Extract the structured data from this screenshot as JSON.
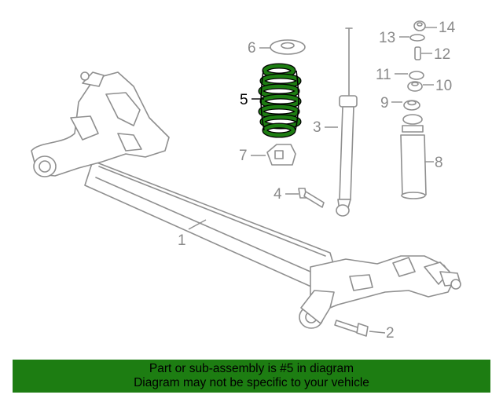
{
  "callouts": [
    {
      "label": "1",
      "active": false
    },
    {
      "label": "2",
      "active": false
    },
    {
      "label": "3",
      "active": false
    },
    {
      "label": "4",
      "active": false
    },
    {
      "label": "5",
      "active": true
    },
    {
      "label": "6",
      "active": false
    },
    {
      "label": "7",
      "active": false
    },
    {
      "label": "8",
      "active": false
    },
    {
      "label": "9",
      "active": false
    },
    {
      "label": "10",
      "active": false
    },
    {
      "label": "11",
      "active": false
    },
    {
      "label": "12",
      "active": false
    },
    {
      "label": "13",
      "active": false
    },
    {
      "label": "14",
      "active": false
    }
  ],
  "highlight_color": "#1d7d12",
  "part_line_color": "#8f8f8f",
  "banner": {
    "line1": "Part or sub-assembly is #5 in diagram",
    "line2": "Diagram may not be specific to your vehicle",
    "background": "#1d7d12"
  }
}
